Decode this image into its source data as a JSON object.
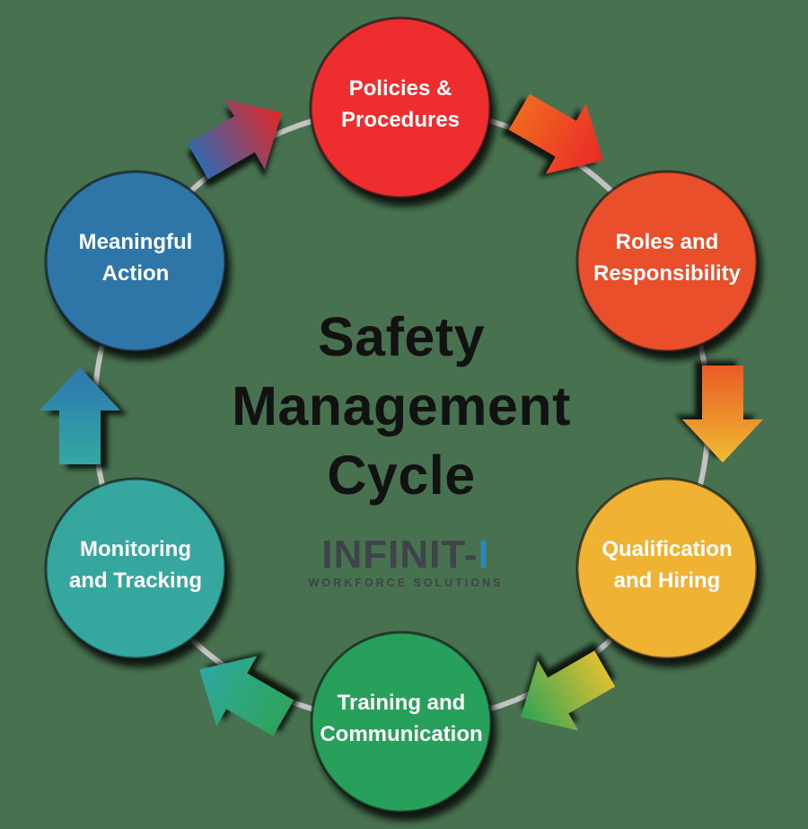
{
  "background_color": "#47714F",
  "title": {
    "lines": [
      "Safety",
      "Management",
      "Cycle"
    ]
  },
  "logo": {
    "name_main": "INFINIT-",
    "name_accent": "I",
    "tagline": "WORKFORCE SOLUTIONS",
    "text_color": "#3F444A",
    "accent_color": "#2E86B8"
  },
  "cycle": {
    "connector_color": "#C2C2C2",
    "nodes": [
      {
        "id": "policies-procedures",
        "label_lines": [
          "Policies &",
          "Procedures"
        ],
        "color": "#EE2D2D"
      },
      {
        "id": "roles-responsibility",
        "label_lines": [
          "Roles and",
          "Responsibility"
        ],
        "color": "#E8502B"
      },
      {
        "id": "qualification-hiring",
        "label_lines": [
          "Qualification",
          "and Hiring"
        ],
        "color": "#F0B233"
      },
      {
        "id": "training-communication",
        "label_lines": [
          "Training and",
          "Communication"
        ],
        "color": "#27A05A"
      },
      {
        "id": "monitoring-tracking",
        "label_lines": [
          "Monitoring",
          "and Tracking"
        ],
        "color": "#35A79F"
      },
      {
        "id": "meaningful-action",
        "label_lines": [
          "Meaningful",
          "Action"
        ],
        "color": "#2E74A8"
      }
    ],
    "arrows": [
      {
        "from": "policies-procedures",
        "to": "roles-responsibility",
        "tail_color": "#F0691F",
        "head_color": "#E9282A"
      },
      {
        "from": "roles-responsibility",
        "to": "qualification-hiring",
        "tail_color": "#EB5A24",
        "head_color": "#EFBD33"
      },
      {
        "from": "qualification-hiring",
        "to": "training-communication",
        "tail_color": "#DDC030",
        "head_color": "#2EA355"
      },
      {
        "from": "training-communication",
        "to": "monitoring-tracking",
        "tail_color": "#2EA35E",
        "head_color": "#2EA99F"
      },
      {
        "from": "monitoring-tracking",
        "to": "meaningful-action",
        "tail_color": "#31A8A1",
        "head_color": "#2E77B2"
      },
      {
        "from": "meaningful-action",
        "to": "policies-procedures",
        "tail_color": "#3568AE",
        "head_color": "#E22727"
      }
    ]
  }
}
